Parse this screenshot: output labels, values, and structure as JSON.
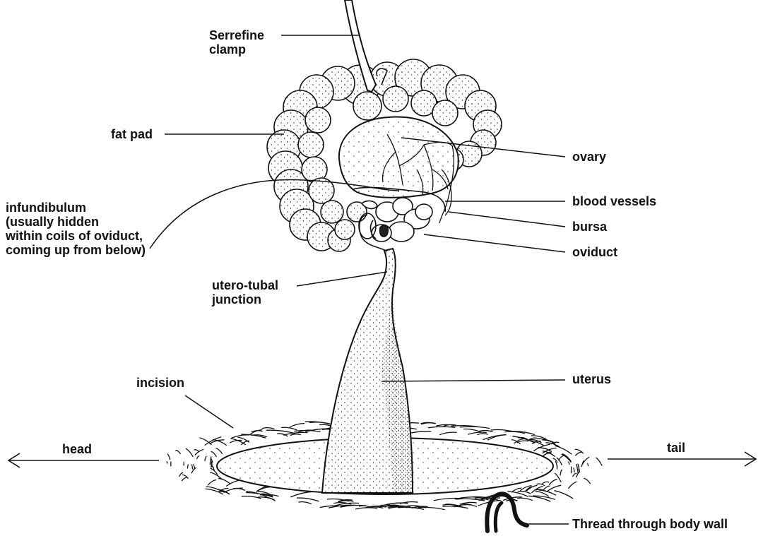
{
  "labels": {
    "serrefine_clamp": [
      "Serrefine",
      "clamp"
    ],
    "fat_pad": "fat pad",
    "ovary": "ovary",
    "infundibulum": [
      "infundibulum",
      "(usually hidden",
      "within coils of oviduct,",
      "coming up from below)"
    ],
    "blood_vessels": "blood vessels",
    "bursa": "bursa",
    "oviduct": "oviduct",
    "utero_tubal_junction": [
      "utero-tubal",
      "junction"
    ],
    "uterus": "uterus",
    "incision": "incision",
    "head": "head",
    "tail": "tail",
    "thread": "Thread through body wall"
  },
  "colors": {
    "ink": "#111111",
    "stipple": "#333333",
    "background": "#ffffff"
  }
}
